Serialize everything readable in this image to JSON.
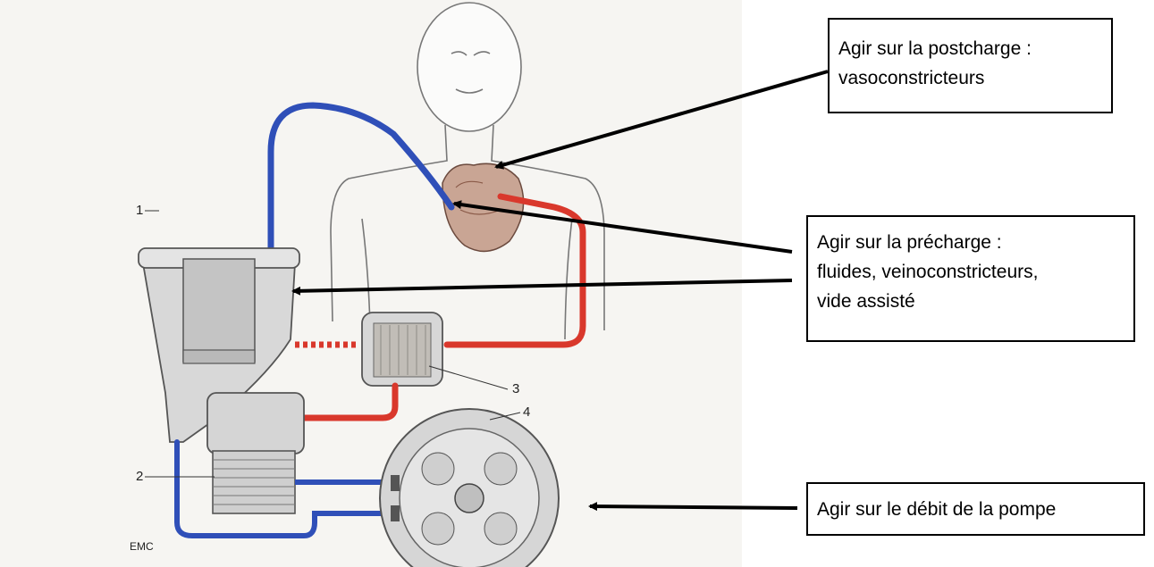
{
  "callouts": {
    "postcharge": [
      "Agir sur la postcharge :",
      "vasoconstricteurs"
    ],
    "precharge": [
      "Agir sur la précharge :",
      "fluides, veinoconstricteurs,",
      "vide assisté"
    ],
    "debit": [
      "Agir sur le débit de la pompe"
    ]
  },
  "diagram_labels": {
    "n1": "1",
    "n2": "2",
    "n3": "3",
    "n4": "4",
    "credit": "EMC"
  },
  "colors": {
    "venous_line": "#2f4fb8",
    "arterial_line": "#d9382c",
    "arrow": "#000000"
  }
}
